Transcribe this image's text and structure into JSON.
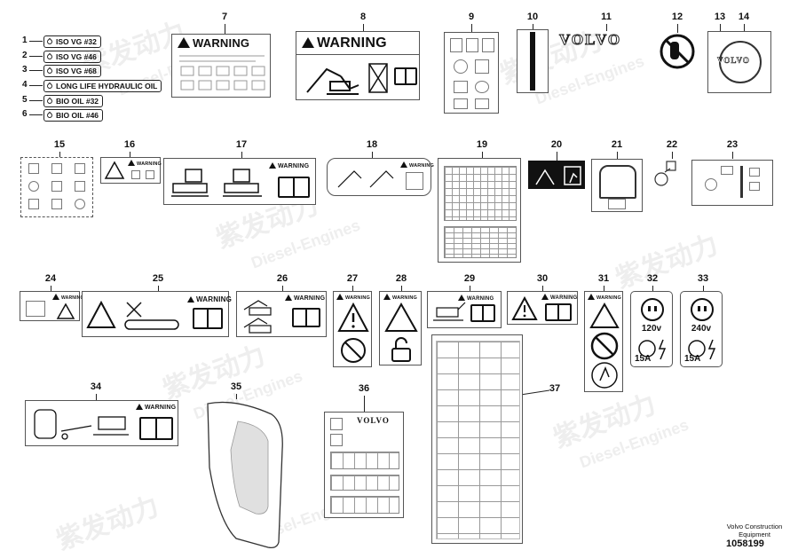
{
  "diagram": {
    "callouts": [
      "7",
      "8",
      "9",
      "10",
      "11",
      "12",
      "13",
      "14",
      "15",
      "16",
      "17",
      "18",
      "19",
      "20",
      "21",
      "22",
      "23",
      "24",
      "25",
      "26",
      "27",
      "28",
      "29",
      "30",
      "31",
      "32",
      "33",
      "34",
      "35",
      "36",
      "37"
    ],
    "oil_labels": [
      {
        "num": "1",
        "text": "ISO VG #32"
      },
      {
        "num": "2",
        "text": "ISO VG #46"
      },
      {
        "num": "3",
        "text": "ISO VG #68"
      },
      {
        "num": "4",
        "text": "LONG LIFE HYDRAULIC OIL"
      },
      {
        "num": "5",
        "text": "BIO OIL #32"
      },
      {
        "num": "6",
        "text": "BIO OIL #46"
      }
    ],
    "warning_text": "WARNING",
    "brand": "VOLVO",
    "outlets": {
      "left": {
        "voltage": "120v",
        "amps": "15A"
      },
      "right": {
        "voltage": "240v",
        "amps": "15A"
      }
    },
    "footer": {
      "company": "Volvo Construction",
      "subtitle": "Equipment",
      "part_number": "1058199"
    },
    "watermark": {
      "cn": "紫发动力",
      "en": "Diesel-Engines"
    }
  }
}
